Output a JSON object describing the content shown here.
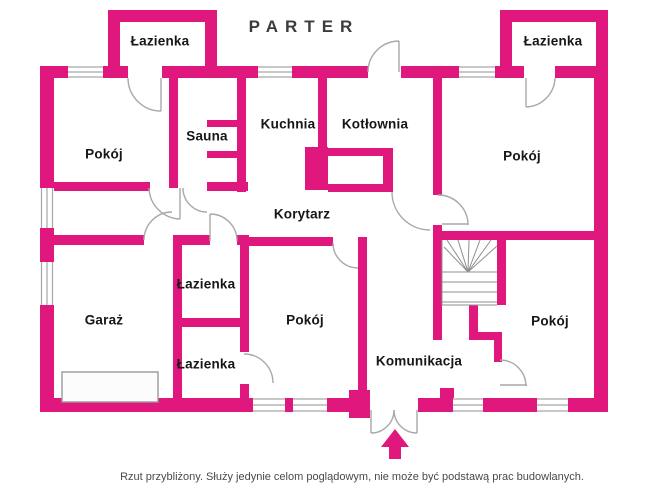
{
  "title": "PARTER",
  "rooms": [
    {
      "id": "lazienka-top-left",
      "label": "Łazienka"
    },
    {
      "id": "pokoj-top-left",
      "label": "Pokój"
    },
    {
      "id": "sauna",
      "label": "Sauna"
    },
    {
      "id": "kuchnia",
      "label": "Kuchnia"
    },
    {
      "id": "kotlownia",
      "label": "Kotłownia"
    },
    {
      "id": "lazienka-top-right",
      "label": "Łazienka"
    },
    {
      "id": "pokoj-top-right",
      "label": "Pokój"
    },
    {
      "id": "korytarz",
      "label": "Korytarz"
    },
    {
      "id": "garaz",
      "label": "Garaż"
    },
    {
      "id": "lazienka-middle",
      "label": "Łazienka"
    },
    {
      "id": "lazienka-lower",
      "label": "Łazienka"
    },
    {
      "id": "pokoj-bottom-center",
      "label": "Pokój"
    },
    {
      "id": "komunikacja",
      "label": "Komunikacja"
    },
    {
      "id": "pokoj-bottom-right",
      "label": "Pokój"
    }
  ],
  "footer": {
    "disclaimer": "Rzut przybliżony. Służy jedynie celom poglądowym, nie może być podstawą prac budowlanych."
  },
  "colors": {
    "wall": "#e0187d",
    "title_text": "#3c3c3c",
    "label_text": "#161616",
    "disclaimer_text": "#4a4a4a",
    "door_window_lines": "#a6a6a6"
  },
  "icons": {
    "entrance_arrow": "arrow-up"
  }
}
